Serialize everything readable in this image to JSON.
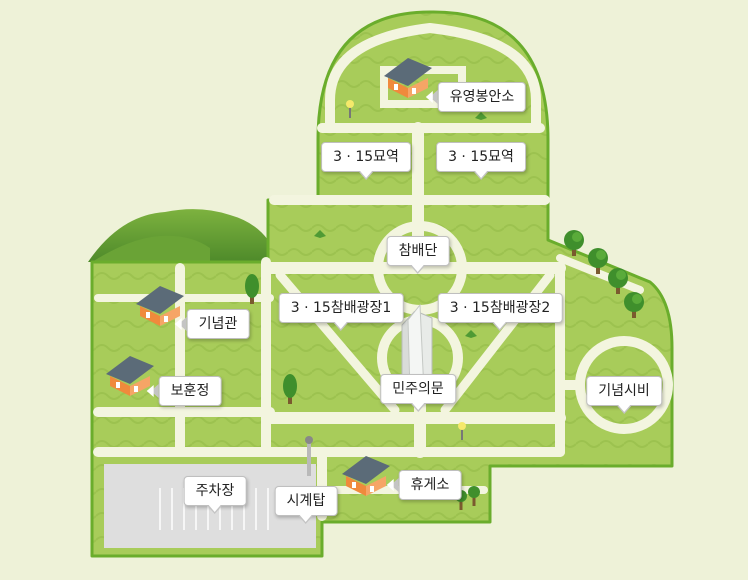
{
  "map": {
    "colors": {
      "background": "#eef2d8",
      "grass": "#a8cc5a",
      "grass_dark": "#94bd49",
      "path": "#f3f5df",
      "border": "#6aad2c",
      "parking": "#dedede",
      "roof": "#5b6b78",
      "wall": "#f08a3c"
    },
    "labels": {
      "yuyeong": "유영봉안소",
      "myoyeok1": "3 · 15묘역",
      "myoyeok2": "3 · 15묘역",
      "chambaedan": "참배단",
      "plaza1": "3 · 15참배광장1",
      "plaza2": "3 · 15참배광장2",
      "ginyeomgwan": "기념관",
      "bohunjeong": "보훈정",
      "minju": "민주의문",
      "ginyeomsibi": "기념시비",
      "parking": "주차장",
      "clocktower": "시계탑",
      "restarea": "휴게소"
    }
  }
}
